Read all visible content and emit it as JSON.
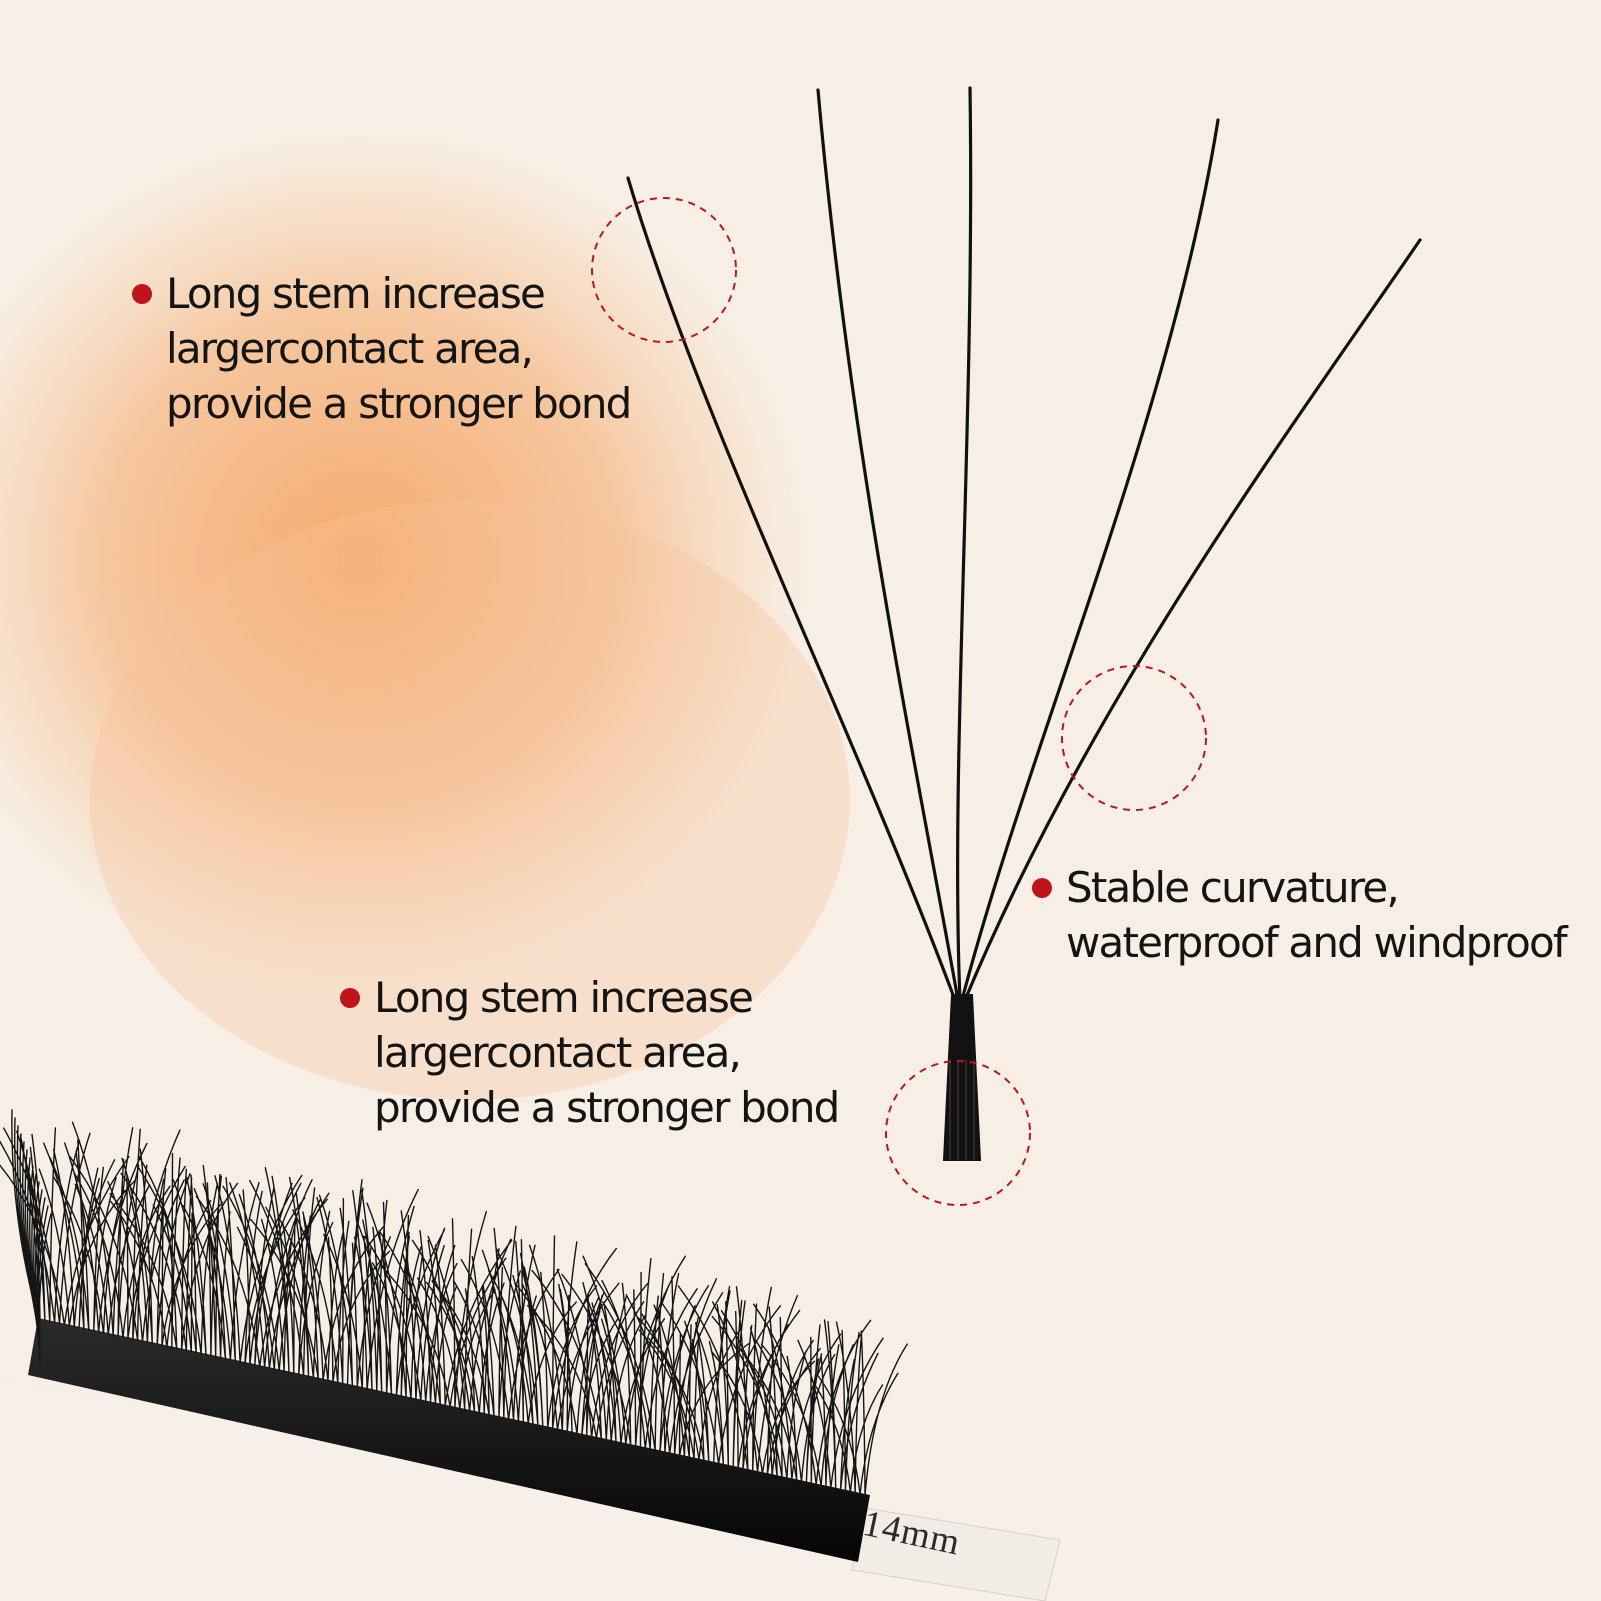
{
  "colors": {
    "background": "#f7efe6",
    "glow": "#f6b27c",
    "accent_red": "#c0141c",
    "lash_black": "#111111",
    "text": "#141414"
  },
  "callouts": {
    "top": {
      "line1": "Long stem increase",
      "line2": "largercontact area,",
      "line3": "provide a stronger bond"
    },
    "right": {
      "line1": "Stable curvature,",
      "line2": "waterproof and windproof"
    },
    "bottom": {
      "line1": "Long stem increase",
      "line2": "largercontact area,",
      "line3": "provide a stronger bond"
    }
  },
  "lash_strip": {
    "length_label": "14mm"
  }
}
